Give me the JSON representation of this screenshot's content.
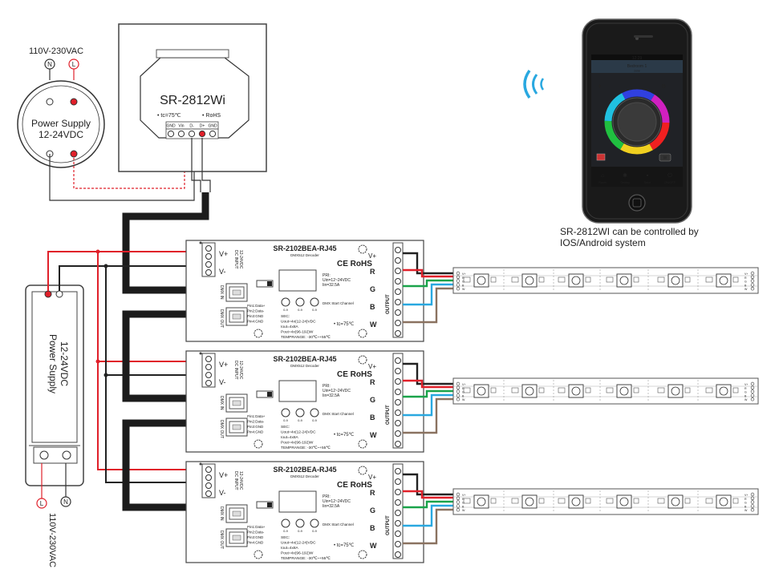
{
  "mains": {
    "top_label": "110V-230VAC",
    "left_label": "110V-230VAC",
    "neutral": "N",
    "line": "L"
  },
  "power_supply_top": {
    "line1": "Power Supply",
    "line2": "12-24VDC"
  },
  "power_supply_left": {
    "line1": "Power Supply",
    "line2": "12-24VDC"
  },
  "panel": {
    "model": "SR-2812Wi",
    "tc": "• tc=75℃",
    "rohs": "• RoHS",
    "terminals": [
      "GND",
      "Vin",
      "D-",
      "D+",
      "GND"
    ]
  },
  "phone": {
    "time": "12:29",
    "zone": "Bedroom 1",
    "zone_sub": "zone",
    "tabs": [
      "Room",
      "Setting",
      "Save",
      "ON/OFF"
    ],
    "w_button": "W"
  },
  "caption": {
    "line1": "SR-2812WI can be controlled by",
    "line2": "IOS/Android system"
  },
  "decoder": {
    "model": "SR-2102BEA-RJ45",
    "subtitle": "DMX512 Decoder",
    "ce_rohs": "CE RoHS",
    "vplus": "V+",
    "vminus": "V-",
    "dc_input": "DC INPUT",
    "dc_input_range": "12-24VDC",
    "output": "OUTPUT",
    "channels": [
      "R",
      "G",
      "B",
      "W"
    ],
    "out_vplus": "V+",
    "dmx_in": "DMX IN",
    "dmx_out": "DMX OUT",
    "pri_lines": [
      "PRI:",
      "Uin=12~24VDC",
      "Iin=32.5A"
    ],
    "sec_lines": [
      "SEC:",
      "Uout=4x(12-24)VDC",
      "Iout=4x8A",
      "Pout=4x(96-192)W"
    ],
    "temprange": "TEMPRANGE: -30℃~+55℃",
    "pins": [
      "Pin1:Data+",
      "Pin2:Data-",
      "Pin3:GND",
      "Pin4:GND"
    ],
    "dials": [
      "0-9",
      "0-9",
      "0-9"
    ],
    "dmx_start": "DMX Start Channel",
    "tc": "• tc=75℃"
  },
  "strip": {
    "end_labels": [
      "V+",
      "R",
      "G",
      "B",
      "W"
    ]
  },
  "colors": {
    "red_wire": "#e0202a",
    "black_wire": "#222222",
    "green_wire": "#1aa34a",
    "blue_wire": "#29a8e0",
    "brown_wire": "#8a7260",
    "dmx_cable": "#1c1c1c"
  }
}
